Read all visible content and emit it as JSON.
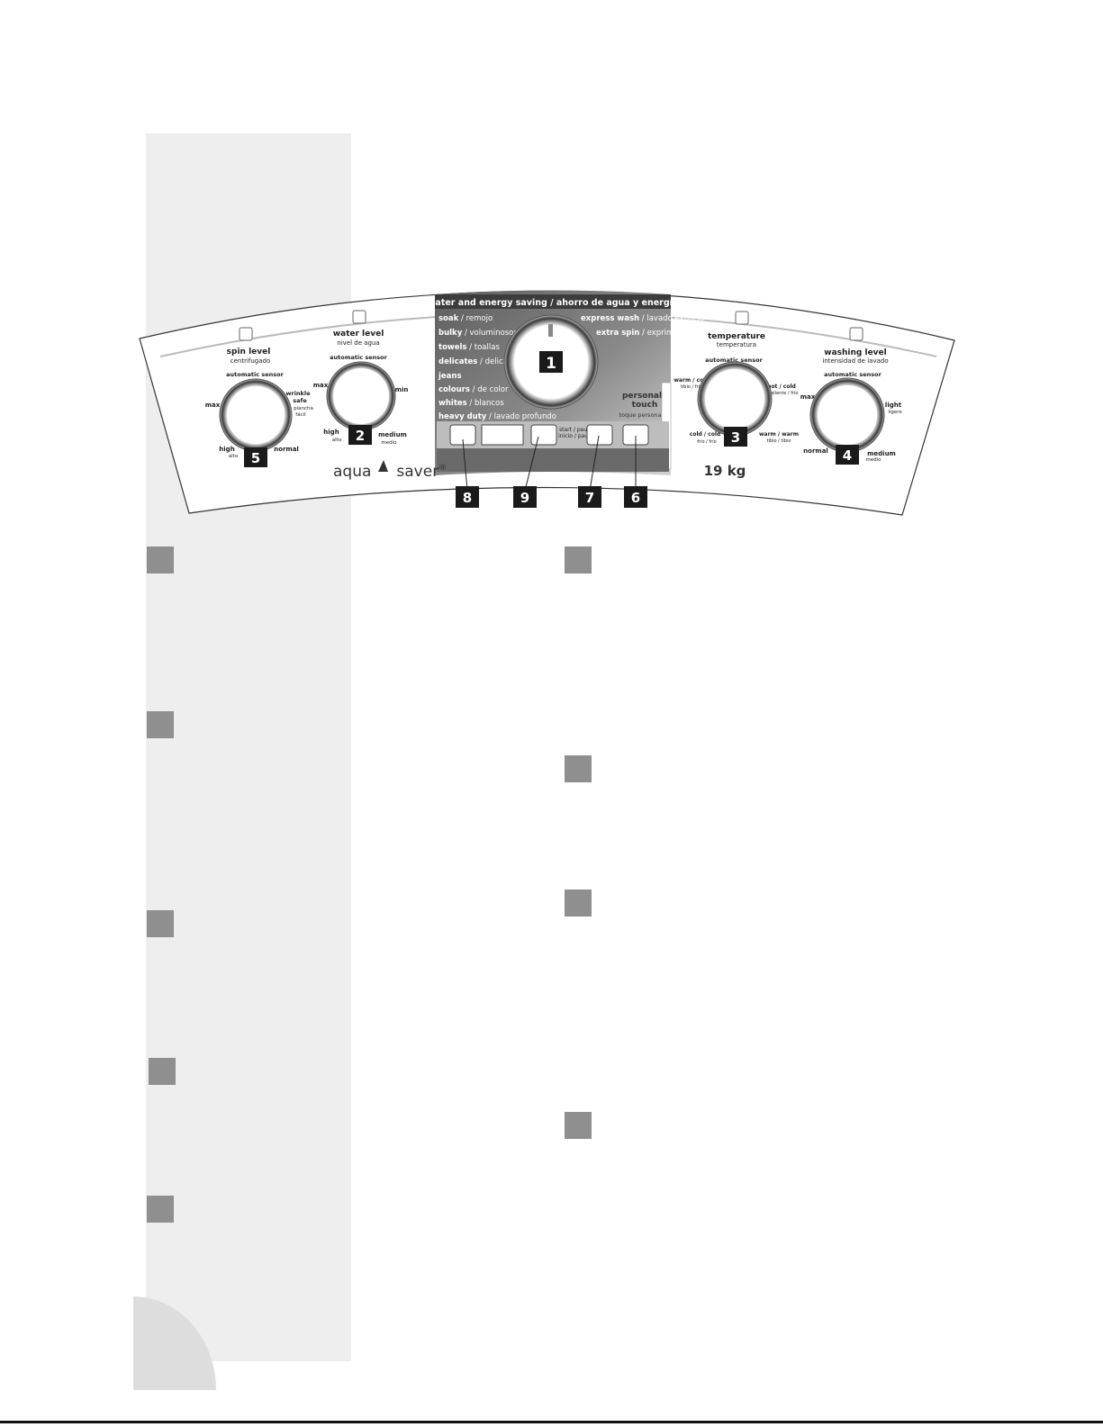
{
  "panel": {
    "banner": "water and energy saving / ahorro de agua y energía",
    "program_knob_number": "1",
    "programs_left": [
      {
        "en": "soak",
        "es": " / remojo"
      },
      {
        "en": "bulky",
        "es": " / voluminosos"
      },
      {
        "en": "towels",
        "es": " / toallas"
      },
      {
        "en": "delicates",
        "es": " / delicada"
      },
      {
        "en": "jeans",
        "es": ""
      },
      {
        "en": "colours",
        "es": " / de color"
      },
      {
        "en": "whites",
        "es": " / blancos"
      },
      {
        "en": "heavy duty",
        "es": " / lavado profundo"
      }
    ],
    "programs_right": [
      {
        "en": "express wash",
        "es": " / lavado express"
      },
      {
        "en": "extra spin",
        "es": " / exprimido extra"
      }
    ],
    "personal_touch": {
      "line1": "personal",
      "line2": "touch",
      "sub": "toque personal"
    },
    "spin": {
      "title": "spin level",
      "subtitle": "centrifugado",
      "auto": "automatic sensor",
      "max": "max",
      "wrinkle": "wrinkle",
      "safe": "safe",
      "plancha": "plancha",
      "facil": "fácil",
      "high": "high",
      "alto": "alto",
      "normal": "normal",
      "number": "5"
    },
    "water": {
      "title": "water level",
      "subtitle": "nivel de agua",
      "auto": "automatic sensor",
      "max": "max",
      "min": "min",
      "high": "high",
      "alto": "alto",
      "medium": "medium",
      "medio": "medio",
      "number": "2"
    },
    "temperature": {
      "title": "temperature",
      "subtitle": "temperatura",
      "auto": "automatic sensor",
      "warm_cold": "warm / cold",
      "warm_cold_es": "tibio / frío",
      "hot_cold": "hot / cold",
      "hot_cold_es": "caliente / frío",
      "cold_cold": "cold / cold",
      "cold_cold_es": "frío / frío",
      "warm_warm": "warm / warm",
      "warm_warm_es": "tibio / tibio",
      "number": "3"
    },
    "washing": {
      "title": "washing level",
      "subtitle": "intensidad de lavado",
      "auto": "automatic sensor",
      "max": "max",
      "light": "light",
      "ligero": "ligero",
      "normal": "normal",
      "medium": "medium",
      "medio": "medio",
      "number": "4"
    },
    "brand": {
      "left": "aqua",
      "right": "saver",
      "mark": "®"
    },
    "capacity": "19 kg",
    "start_pause": "start / pause",
    "start_pause_es": "inicio / pausa",
    "callouts": [
      "8",
      "9",
      "7",
      "6"
    ]
  },
  "colors": {
    "sidebar": "#eeeeee",
    "marker": "#8f8f8f",
    "callout": "#1a1a1a",
    "center_panel": "#6a6a6a"
  }
}
